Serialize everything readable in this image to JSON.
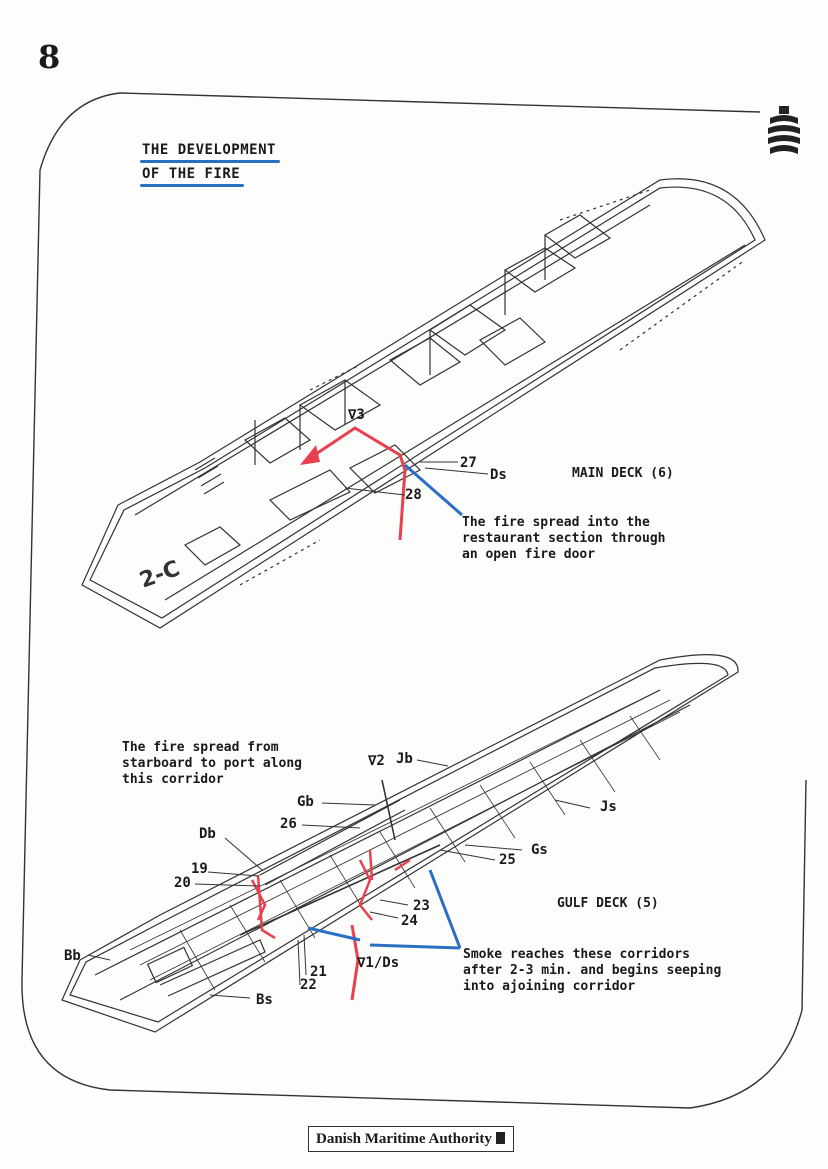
{
  "page_number": "8",
  "title": {
    "line1": "THE DEVELOPMENT",
    "line2": "OF THE FIRE"
  },
  "main_deck": {
    "deck_label": "MAIN DECK (6)",
    "annotation": "The fire spread into the\nrestaurant section through\nan open fire door",
    "refs": {
      "v3": "∇3",
      "r27": "27",
      "ds": "Ds",
      "r28": "28",
      "r2c": "2-C"
    }
  },
  "gulf_deck": {
    "deck_label": "GULF DECK (5)",
    "annotation_corridor": "The fire spread from\nstarboard to port along\nthis corridor",
    "annotation_smoke": "Smoke reaches these corridors\nafter 2-3 min. and begins seeping\ninto ajoining corridor",
    "refs": {
      "v2": "∇2",
      "jb": "Jb",
      "js": "Js",
      "gb": "Gb",
      "gs": "Gs",
      "r26": "26",
      "r25": "25",
      "db": "Db",
      "r19": "19",
      "r20": "20",
      "r23": "23",
      "r24": "24",
      "bb": "Bb",
      "r21": "21",
      "r22": "22",
      "v1ds": "∇1/Ds",
      "bs": "Bs"
    }
  },
  "footer": "Danish Maritime Authority",
  "colors": {
    "fire": "#e8404f",
    "smoke_line": "#2a6fc4",
    "heading_underline": "#2b6fc0"
  }
}
